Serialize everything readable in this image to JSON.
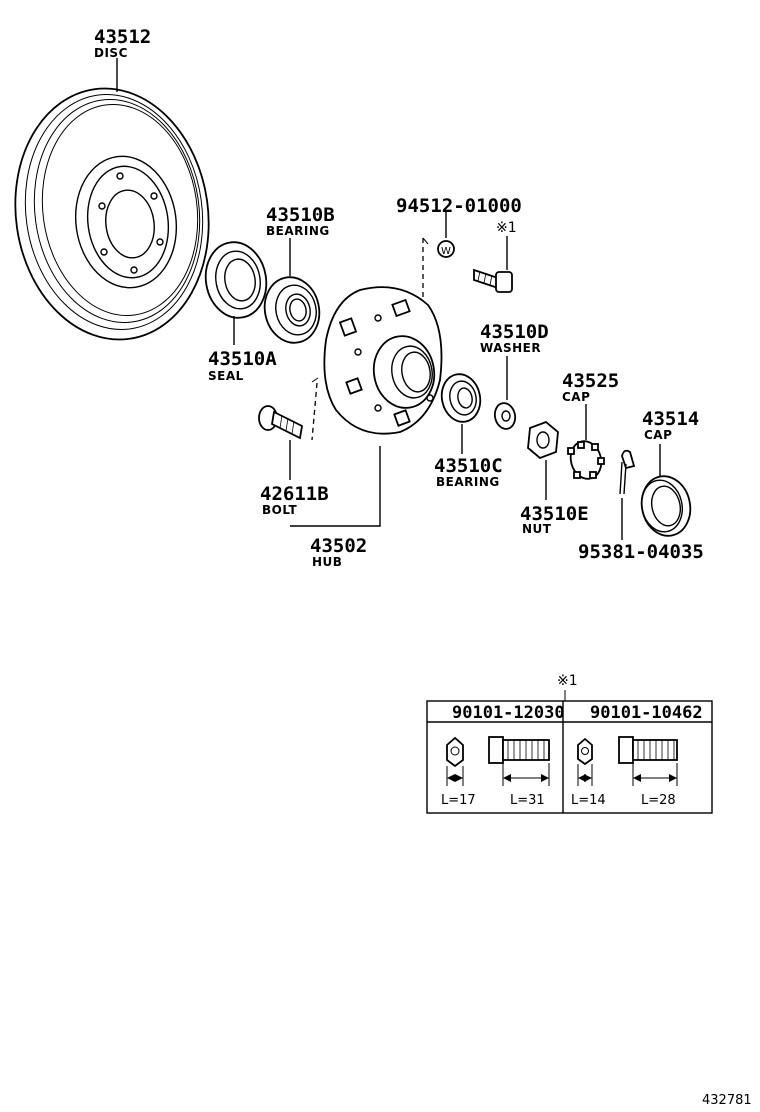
{
  "parts": {
    "disc": {
      "number": "43512",
      "name": "DISC"
    },
    "bearing_b": {
      "number": "43510B",
      "name": "BEARING"
    },
    "seal": {
      "number": "43510A",
      "name": "SEAL"
    },
    "screw": {
      "number": "94512-01000"
    },
    "ref_mark": {
      "label": "※1"
    },
    "washer": {
      "number": "43510D",
      "name": "WASHER"
    },
    "cap_a": {
      "number": "43525",
      "name": "CAP"
    },
    "cap_b": {
      "number": "43514",
      "name": "CAP"
    },
    "bearing_c": {
      "number": "43510C",
      "name": "BEARING"
    },
    "nut": {
      "number": "43510E",
      "name": "NUT"
    },
    "bolt": {
      "number": "42611B",
      "name": "BOLT"
    },
    "hub": {
      "number": "43502",
      "name": "HUB"
    },
    "pin": {
      "number": "95381-04035"
    }
  },
  "table": {
    "ref_mark": "※1",
    "columns": [
      {
        "part_number": "90101-12030",
        "nut_length": "L=17",
        "bolt_length": "L=31"
      },
      {
        "part_number": "90101-10462",
        "nut_length": "L=14",
        "bolt_length": "L=28"
      }
    ]
  },
  "footer": {
    "code": "432781"
  }
}
